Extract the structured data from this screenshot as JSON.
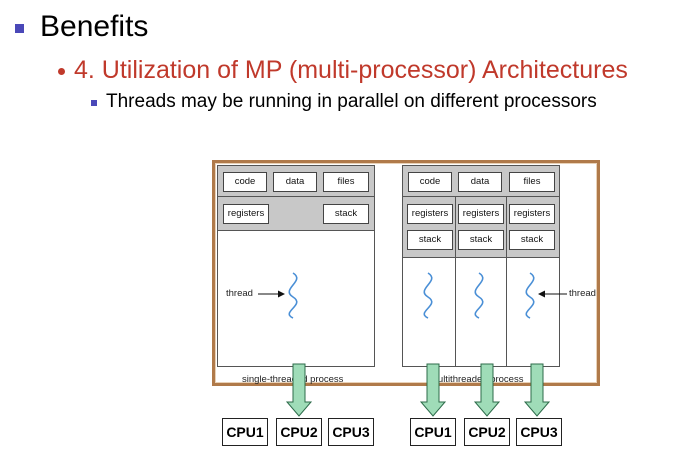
{
  "slide": {
    "heading": "Benefits",
    "subheading": "4. Utilization of MP (multi-processor) Architectures",
    "detail": "Threads may be running in parallel on different processors"
  },
  "single_process": {
    "code": "code",
    "data": "data",
    "files": "files",
    "registers": "registers",
    "stack": "stack",
    "thread_label": "thread",
    "caption": "single-threaded process"
  },
  "multi_process": {
    "code": "code",
    "data": "data",
    "files": "files",
    "threads": [
      {
        "registers": "registers",
        "stack": "stack"
      },
      {
        "registers": "registers",
        "stack": "stack"
      },
      {
        "registers": "registers",
        "stack": "stack"
      }
    ],
    "thread_label": "thread",
    "caption": "multithreaded process"
  },
  "cpus_left": [
    "CPU1",
    "CPU2",
    "CPU3"
  ],
  "cpus_right": [
    "CPU1",
    "CPU2",
    "CPU3"
  ],
  "colors": {
    "title_red": "#c0392b",
    "bullet_blue": "#4a48b8",
    "thread_blue": "#4a8fd6",
    "arrow_green": "#9fdcb8",
    "frame_brown": "#b07a4a"
  }
}
